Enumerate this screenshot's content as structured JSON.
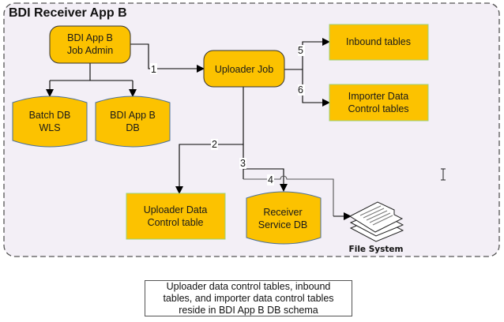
{
  "container": {
    "title": "BDI Receiver App B"
  },
  "nodes": {
    "job_admin": {
      "line1": "BDI App B",
      "line2": "Job Admin"
    },
    "batch_db": {
      "line1": "Batch DB",
      "line2": "WLS"
    },
    "app_b_db": {
      "line1": "BDI App B",
      "line2": "DB"
    },
    "uploader_job": {
      "label": "Uploader Job"
    },
    "inbound_tables": {
      "label": "Inbound tables"
    },
    "importer_tables": {
      "line1": "Importer Data",
      "line2": "Control tables"
    },
    "uploader_control": {
      "line1": "Uploader Data",
      "line2": "Control table"
    },
    "receiver_db": {
      "line1": "Receiver",
      "line2": "Service DB"
    },
    "file_system": {
      "label": "File System"
    }
  },
  "edges": {
    "e1": "1",
    "e2": "2",
    "e3": "3",
    "e4": "4",
    "e5": "5",
    "e6": "6"
  },
  "note": {
    "line1": "Uploader data control tables,  inbound",
    "line2": "tables, and importer data control tables",
    "line3": "reside in BDI App B DB schema"
  },
  "colors": {
    "node_fill": "#fcc200",
    "container_bg": "#f3eff6",
    "edge": "#000000"
  }
}
